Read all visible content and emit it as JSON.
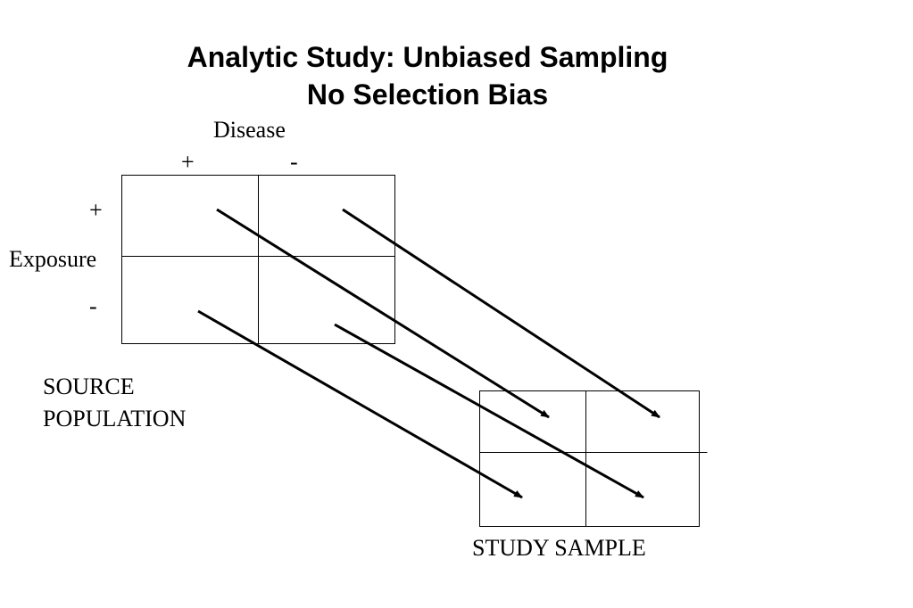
{
  "title": {
    "line1": "Analytic Study:  Unbiased Sampling",
    "line2": "No Selection Bias"
  },
  "source_table": {
    "column_header": "Disease",
    "column_levels": [
      "+",
      "-"
    ],
    "row_header": "Exposure",
    "row_levels": [
      "+",
      "-"
    ],
    "caption_line1": "SOURCE",
    "caption_line2": "POPULATION"
  },
  "sample_table": {
    "caption": "STUDY SAMPLE"
  },
  "arrows": [
    {
      "from_cell": "exposure+ / disease+",
      "to_cell": "exposure+ / disease+"
    },
    {
      "from_cell": "exposure+ / disease-",
      "to_cell": "exposure+ / disease-"
    },
    {
      "from_cell": "exposure- / disease+",
      "to_cell": "exposure- / disease+"
    },
    {
      "from_cell": "exposure- / disease-",
      "to_cell": "exposure- / disease-"
    }
  ],
  "colors": {
    "line": "#000000",
    "background": "#ffffff"
  }
}
